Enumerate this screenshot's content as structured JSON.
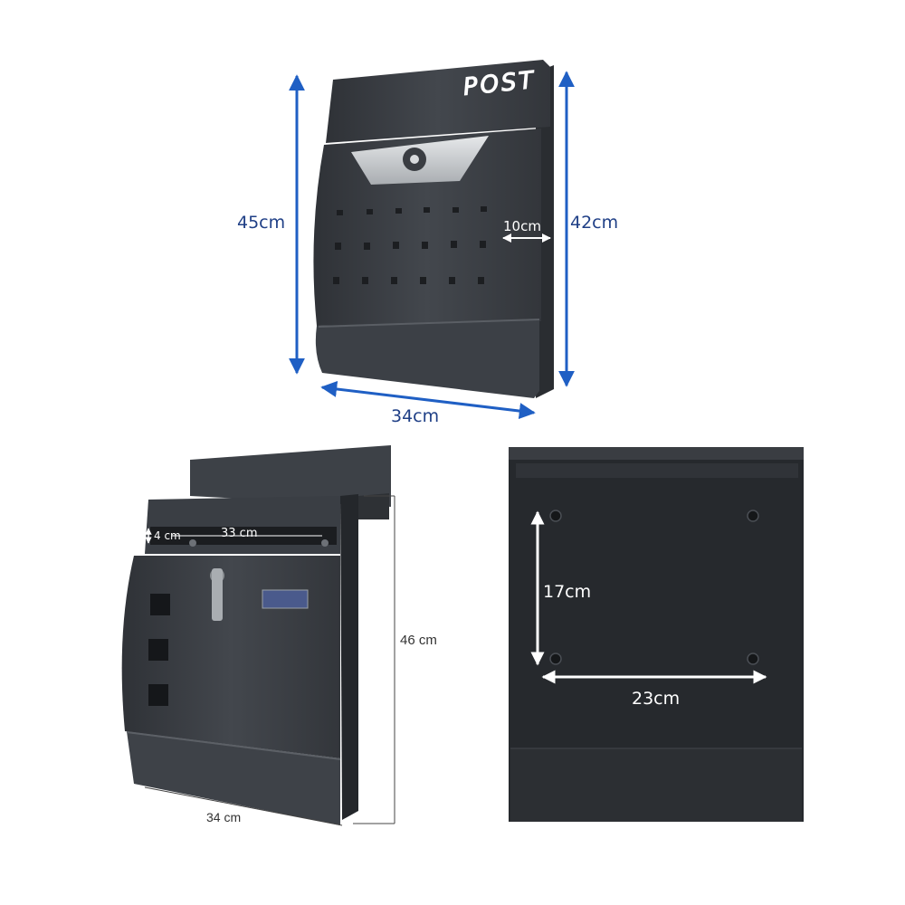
{
  "logo": {
    "text": "POST"
  },
  "front_view": {
    "height_label": "45cm",
    "front_height_label": "42cm",
    "depth_label": "10cm",
    "width_label": "34cm"
  },
  "open_view": {
    "slot_width_label": "33 cm",
    "slot_height_label": "4 cm",
    "height_label": "46 cm",
    "width_label": "34 cm"
  },
  "back_view": {
    "hole_vertical_label": "17cm",
    "hole_horizontal_label": "23cm"
  },
  "colors": {
    "body": "#3b3f45",
    "body_dark": "#2b2e33",
    "back_panel": "#25282c",
    "arrow_blue": "#1f5fc4",
    "steel": "#cfd3d6"
  }
}
